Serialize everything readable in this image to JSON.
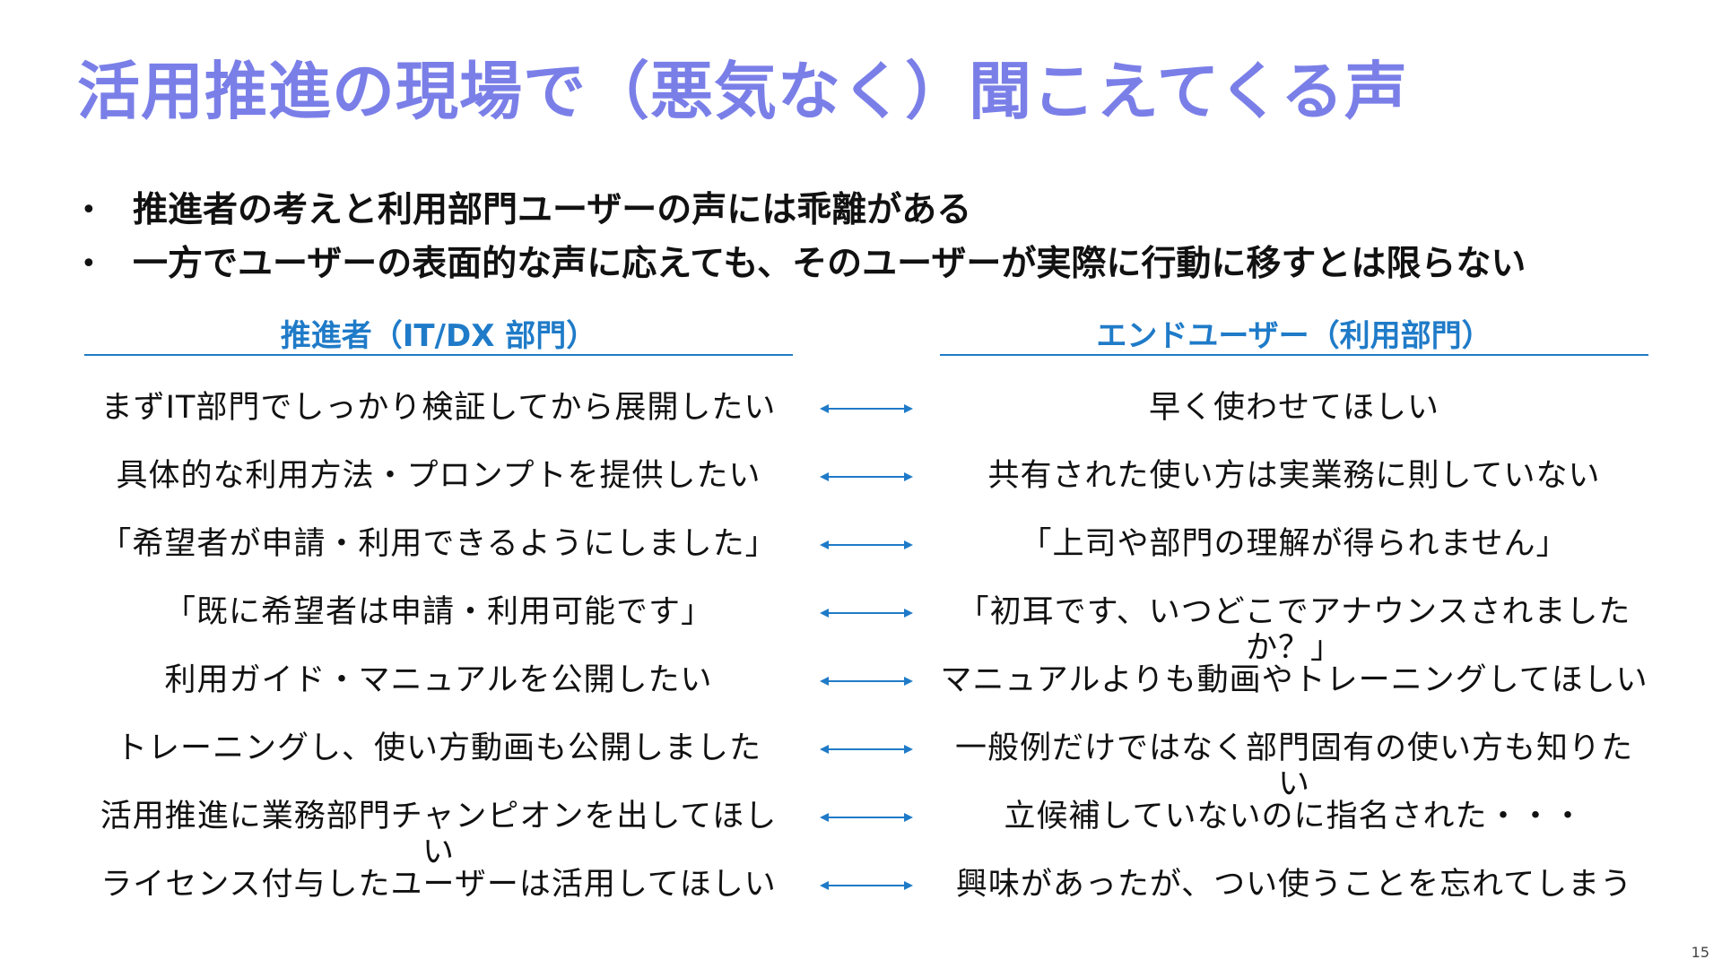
{
  "slide": {
    "title": "活用推進の現場で（悪気なく）聞こえてくる声",
    "bullets": [
      "推進者の考えと利用部門ユーザーの声には乖離がある",
      "一方でユーザーの表面的な声に応えても、そのユーザーが実際に行動に移すとは限らない"
    ],
    "left_header": "推進者（IT/DX 部門）",
    "right_header": "エンドユーザー（利用部門）",
    "rows": [
      {
        "left": "まずIT部門でしっかり検証してから展開したい",
        "right": "早く使わせてほしい"
      },
      {
        "left": "具体的な利用方法・プロンプトを提供したい",
        "right": "共有された使い方は実業務に則していない"
      },
      {
        "left": "「希望者が申請・利用できるようにしました」",
        "right": "「上司や部門の理解が得られません」"
      },
      {
        "left": "「既に希望者は申請・利用可能です」",
        "right": "「初耳です、いつどこでアナウンスされましたか？」"
      },
      {
        "left": "利用ガイド・マニュアルを公開したい",
        "right": "マニュアルよりも動画やトレーニングしてほしい"
      },
      {
        "left": "トレーニングし、使い方動画も公開しました",
        "right": "一般例だけではなく部門固有の使い方も知りたい"
      },
      {
        "left": "活用推進に業務部門チャンピオンを出してほしい",
        "right": "立候補していないのに指名された・・・"
      },
      {
        "left": "ライセンス付与したユーザーは活用してほしい",
        "right": "興味があったが、つい使うことを忘れてしまう"
      }
    ],
    "page_number": "15",
    "colors": {
      "title": "#7a7fe8",
      "accent": "#1f7bc8",
      "text": "#111111"
    },
    "icons": {
      "row_connector": "double-headed-arrow-icon"
    }
  }
}
